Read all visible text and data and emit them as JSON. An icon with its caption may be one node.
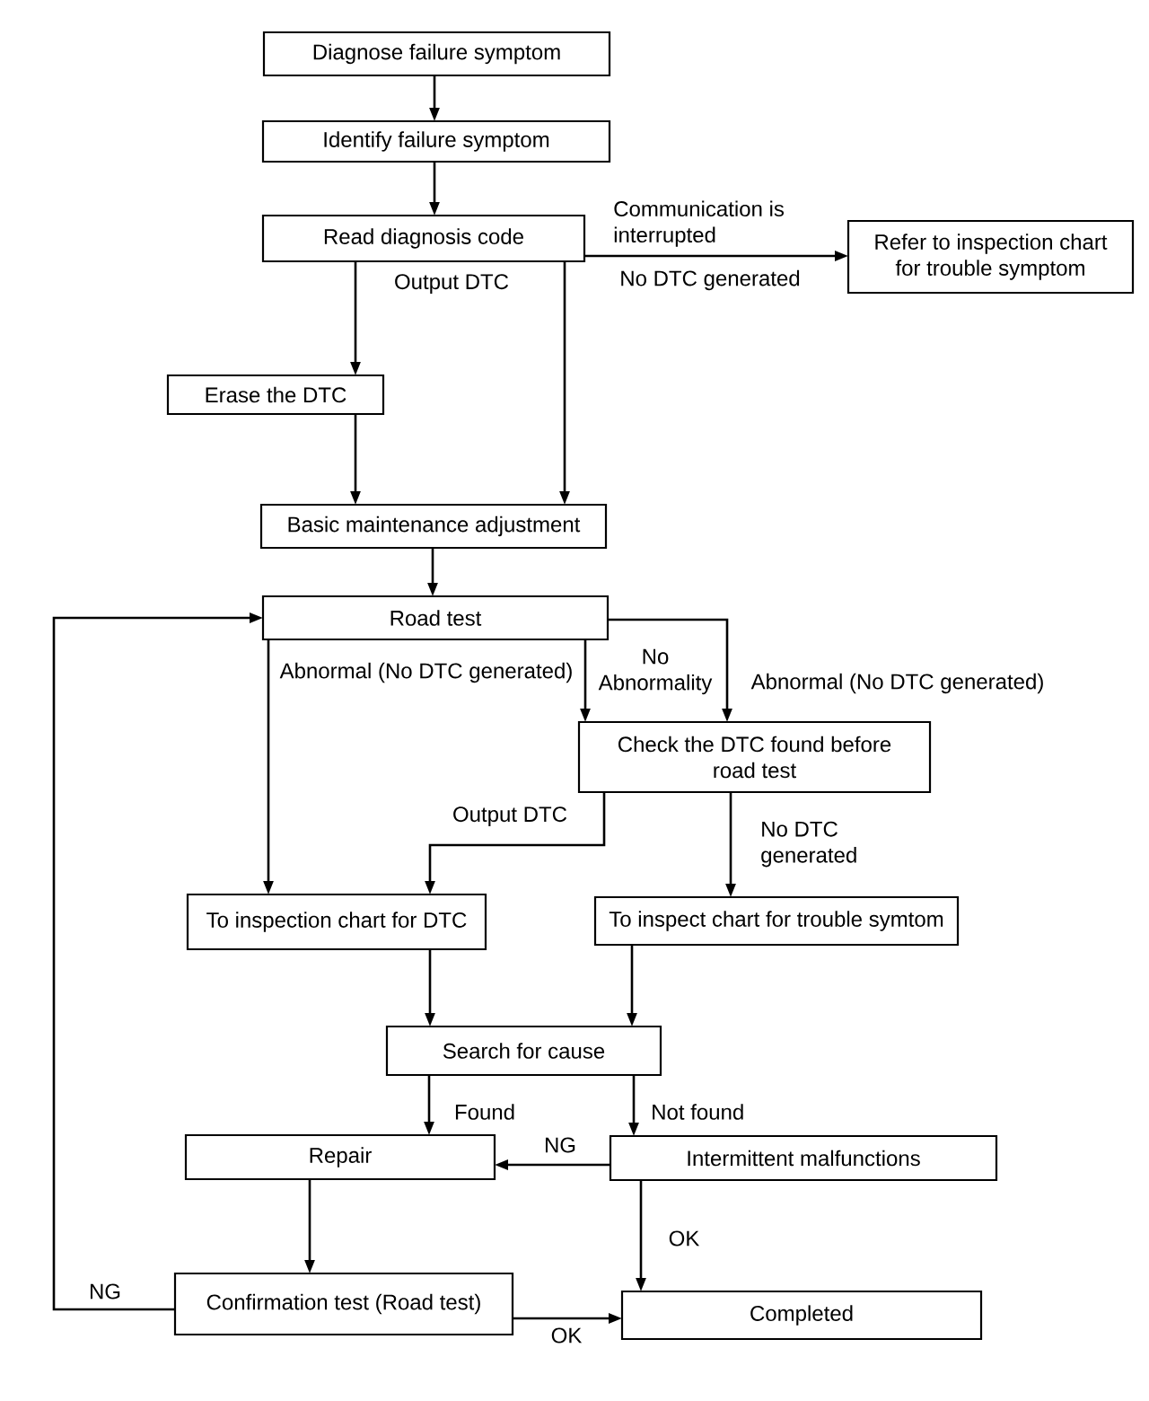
{
  "diagram": {
    "nodes": [
      {
        "text": [
          "Diagnose failure symptom"
        ]
      },
      {
        "text": [
          "Identify failure symptom"
        ]
      },
      {
        "text": [
          "Read diagnosis code"
        ]
      },
      {
        "text": [
          "Refer to inspection chart for trouble symptom"
        ]
      },
      {
        "text": [
          "Erase the DTC"
        ]
      },
      {
        "text": [
          "Basic maintenance adjustment"
        ]
      },
      {
        "text": [
          "Road test"
        ]
      },
      {
        "text": [
          "Check the DTC found before road test"
        ]
      },
      {
        "text": [
          "To inspection chart for DTC"
        ]
      },
      {
        "text": [
          "To inspect chart for trouble symtom"
        ]
      },
      {
        "text": [
          "Search for cause"
        ]
      },
      {
        "text": [
          "Repair"
        ]
      },
      {
        "text": [
          "Intermittent malfunctions"
        ]
      },
      {
        "text": [
          "Confirmation test (Road test)"
        ]
      },
      {
        "text": [
          "Completed"
        ]
      }
    ],
    "edges": [
      {
        "from": 0,
        "to": 1,
        "arrow": "to"
      },
      {
        "from": 1,
        "to": 2,
        "arrow": "to"
      },
      {
        "from": 2,
        "to": 3,
        "arrow": "to",
        "label": "Communication is interrupted"
      },
      {
        "from": 2,
        "to": 4,
        "arrow": "to",
        "label": "Output DTC"
      },
      {
        "from": 4,
        "to": 5,
        "arrow": "to"
      },
      {
        "from": 2,
        "to": 5,
        "arrow": "to"
      },
      {
        "from": 5,
        "to": 6,
        "arrow": "to"
      },
      {
        "from": 6,
        "to": 8,
        "arrow": "to",
        "label": "Abnormal (No DTC generated)"
      },
      {
        "from": 6,
        "to": 7,
        "arrow": "to",
        "label": "No Abnormality"
      },
      {
        "from": 6,
        "to": 7,
        "arrow": "to",
        "label": "Abnormal (No DTC generated)"
      },
      {
        "from": 7,
        "to": 8,
        "arrow": "to",
        "label": "Output DTC"
      },
      {
        "from": 7,
        "to": 9,
        "arrow": "to",
        "label": "No DTC generated"
      },
      {
        "from": 8,
        "to": 10,
        "arrow": "to"
      },
      {
        "from": 9,
        "to": 10,
        "arrow": "to"
      },
      {
        "from": 10,
        "to": 11,
        "arrow": "to",
        "label": "Found"
      },
      {
        "from": 10,
        "to": 12,
        "arrow": "to",
        "label": "Not found"
      },
      {
        "from": 12,
        "to": 11,
        "arrow": "to",
        "label": "NG"
      },
      {
        "from": 12,
        "to": 14,
        "arrow": "to",
        "label": "OK"
      },
      {
        "from": 11,
        "to": 13,
        "arrow": "to"
      },
      {
        "from": 13,
        "to": 6,
        "arrow": "to",
        "label": "NG"
      },
      {
        "from": 13,
        "to": 14,
        "arrow": "to",
        "label": "OK"
      }
    ],
    "labels": [
      "No DTC generated"
    ]
  }
}
